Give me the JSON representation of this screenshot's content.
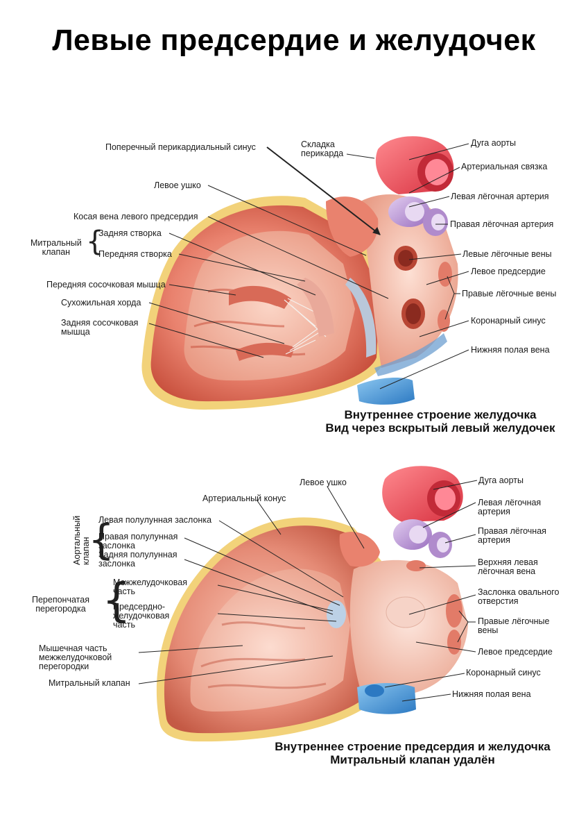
{
  "title": "Левые предсердие и желудочек",
  "figure1": {
    "labels": {
      "transverse_sinus": "Поперечный перикардиальный синус",
      "pericardial_fold": "Складка\nперикарда",
      "aortic_arch": "Дуга аорты",
      "arterial_ligament": "Артериальная связка",
      "left_pulm_artery": "Левая лёгочная артерия",
      "right_pulm_artery": "Правая лёгочная артерия",
      "left_auricle": "Левое ушко",
      "oblique_vein": "Косая вена левого предсердия",
      "mitral_valve": "Митральный\nклапан",
      "posterior_cusp": "Задняя створка",
      "anterior_cusp": "Передняя створка",
      "left_pulm_veins": "Левые лёгочные вены",
      "left_atrium": "Левое предсердие",
      "right_pulm_veins": "Правые лёгочные вены",
      "anterior_papillary": "Передняя сосочковая мышца",
      "chordae": "Сухожильная хорда",
      "posterior_papillary": "Задняя сосочковая\nмышца",
      "coronary_sinus": "Коронарный синус",
      "ivc": "Нижняя полая вена"
    },
    "caption_line1": "Внутреннее строение желудочка",
    "caption_line2": "Вид через вскрытый левый желудочек"
  },
  "figure2": {
    "labels": {
      "left_auricle": "Левое ушко",
      "aortic_arch": "Дуга аорты",
      "arterial_cone": "Артериальный конус",
      "left_pulm_artery": "Левая лёгочная\nартерия",
      "aortic_valve": "Аортальный\nклапан",
      "left_semilunar": "Левая полулунная заслонка",
      "right_semilunar": "Правая полулунная\nзаслонка",
      "posterior_semilunar": "Задняя полулунная\nзаслонка",
      "right_pulm_artery": "Правая лёгочная\nартерия",
      "upper_left_pulm_vein": "Верхняя левая\nлёгочная вена",
      "membranous_septum": "Перепончатая\nперегородка",
      "interventricular_part": "Межжелудочковая\nчасть",
      "atrioventricular_part": "Предсердно-\nжелудочковая\nчасть",
      "oval_foramen_valve": "Заслонка овального\nотверстия",
      "right_pulm_veins": "Правые лёгочные\nвены",
      "muscular_septum": "Мышечная часть\nмежжелудочковой\nперегородки",
      "left_atrium": "Левое предсердие",
      "mitral_valve": "Митральный клапан",
      "coronary_sinus": "Коронарный синус",
      "ivc": "Нижняя полая вена"
    },
    "caption_line1": "Внутреннее строение предсердия и желудочка",
    "caption_line2": "Митральный клапан удалён"
  },
  "colors": {
    "myocardium": "#e9826e",
    "myocardium_dark": "#c8503d",
    "chamber": "#f3b6a4",
    "fat": "#f2d27a",
    "aorta": "#f04b5a",
    "pulm_artery": "#b692cf",
    "vein_blue": "#4a9ad6",
    "atrium": "#f0c0ae"
  }
}
